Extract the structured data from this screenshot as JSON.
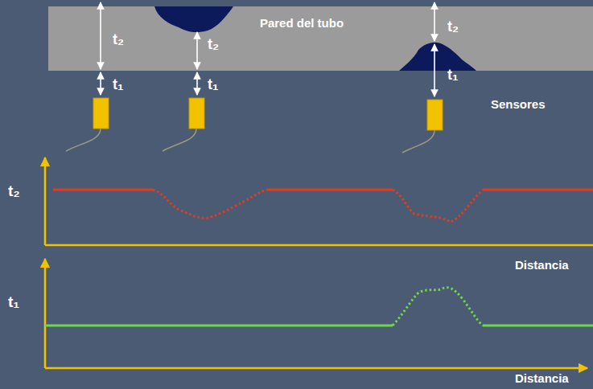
{
  "diagram": {
    "nodes": [
      {
        "text": [
          "Pared del tubo"
        ]
      }
    ],
    "labels": [
      "t₂",
      "t₁",
      "t₂",
      "t₁",
      "t₂",
      "t₁",
      "Sensores",
      "t₂",
      "Distancia",
      "t₁",
      "Distancia"
    ]
  }
}
